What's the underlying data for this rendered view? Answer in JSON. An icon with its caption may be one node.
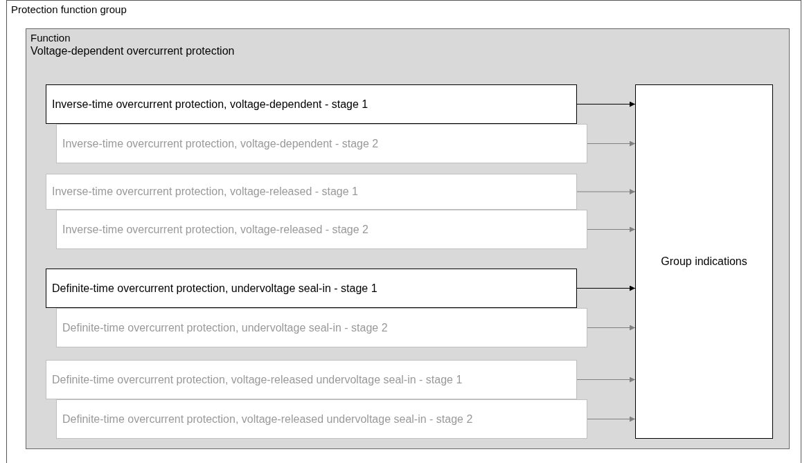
{
  "diagram": {
    "nodes": [
      {
        "text": [
          "Protection function group"
        ]
      },
      {
        "text": [
          "Function",
          "Voltage-dependent overcurrent protection"
        ],
        "in": 0
      },
      {
        "text": [
          "Inverse-time overcurrent protection, voltage-dependent - stage 1"
        ],
        "in": 1
      },
      {
        "text": [
          "Inverse-time overcurrent protection, voltage-dependent - stage 2"
        ],
        "in": 1
      },
      {
        "text": [
          "Inverse-time overcurrent protection, voltage-released - stage 1"
        ],
        "in": 1
      },
      {
        "text": [
          "Inverse-time overcurrent protection, voltage-released - stage 2"
        ],
        "in": 1
      },
      {
        "text": [
          "Definite-time overcurrent protection, undervoltage seal-in - stage 1"
        ],
        "in": 1
      },
      {
        "text": [
          "Definite-time overcurrent protection, undervoltage seal-in - stage 2"
        ],
        "in": 1
      },
      {
        "text": [
          "Definite-time overcurrent protection, voltage-released undervoltage seal-in - stage 1"
        ],
        "in": 1
      },
      {
        "text": [
          "Definite-time overcurrent protection, voltage-released undervoltage seal-in - stage 2"
        ],
        "in": 1
      },
      {
        "text": [
          "Group indications"
        ],
        "in": 1
      }
    ],
    "edges": [
      {
        "from": 2,
        "to": 10,
        "arrow": "to",
        "color": "#000000"
      },
      {
        "from": 3,
        "to": 10,
        "arrow": "to"
      },
      {
        "from": 4,
        "to": 10,
        "arrow": "to"
      },
      {
        "from": 5,
        "to": 10,
        "arrow": "to"
      },
      {
        "from": 6,
        "to": 10,
        "arrow": "to",
        "color": "#000000"
      },
      {
        "from": 7,
        "to": 10,
        "arrow": "to"
      },
      {
        "from": 8,
        "to": 10,
        "arrow": "to"
      },
      {
        "from": 9,
        "to": 10,
        "arrow": "to"
      }
    ]
  }
}
